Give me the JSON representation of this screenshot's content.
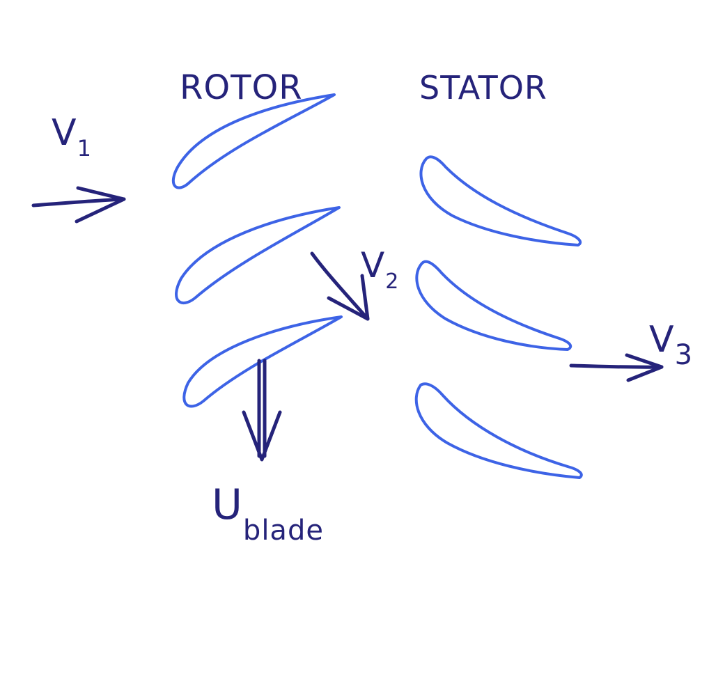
{
  "labels": {
    "rotor": "ROTOR",
    "stator": "STATOR",
    "v1": {
      "main": "V",
      "sub": "1"
    },
    "v2": {
      "main": "V",
      "sub": "2"
    },
    "v3": {
      "main": "V",
      "sub": "3"
    },
    "u_blade": {
      "main": "U",
      "sub": "blade"
    }
  },
  "colors": {
    "blade_outline": "#3d63e6",
    "ink": "#25237a",
    "background": "#ffffff"
  }
}
